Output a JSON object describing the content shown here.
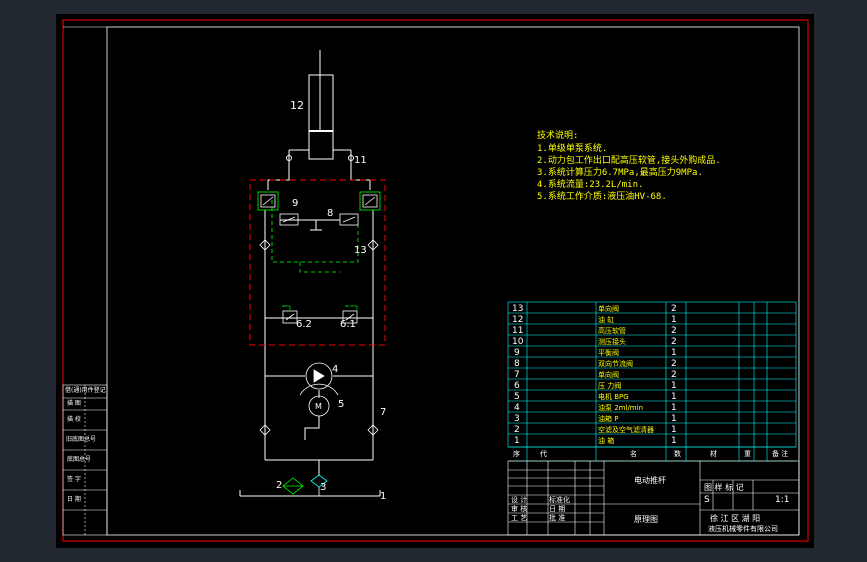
{
  "diagram": {
    "labels": {
      "l12": "12",
      "l11": "11",
      "l9": "9",
      "l8": "8",
      "l13": "13",
      "l62": "6.2",
      "l61": "6.1",
      "l4": "4",
      "l5": "5",
      "l7": "7",
      "l2": "2",
      "l3": "3",
      "l1": "1"
    },
    "notes": {
      "title": "技术说明:",
      "line1": "1.单级单泵系统.",
      "line2": "2.动力包工作出口配高压软管,接头外购成品.",
      "line3": "3.系统计算压力6.7MPa,最高压力9MPa.",
      "line4": "4.系统流量:23.2L/min.",
      "line5": "5.系统工作介质:液压油HV-68."
    }
  },
  "bom": {
    "rows": [
      {
        "no": "13",
        "name": "单向阀",
        "qty": "2"
      },
      {
        "no": "12",
        "name": "油 缸",
        "qty": "1"
      },
      {
        "no": "11",
        "name": "高压软管",
        "qty": "2"
      },
      {
        "no": "10",
        "name": "测压接头",
        "qty": "2"
      },
      {
        "no": "9",
        "name": "平衡阀",
        "qty": "1"
      },
      {
        "no": "8",
        "name": "双向节流阀",
        "qty": "2"
      },
      {
        "no": "7",
        "name": "单向阀",
        "qty": "2"
      },
      {
        "no": "6",
        "name": "压 力阀",
        "qty": "1"
      },
      {
        "no": "5",
        "name": "电机 BPG",
        "qty": "1"
      },
      {
        "no": "4",
        "name": "油泵 2ml/min",
        "qty": "1"
      },
      {
        "no": "3",
        "name": "油箱 P",
        "qty": "1"
      },
      {
        "no": "2",
        "name": "空滤及空气滤清器",
        "qty": "1"
      },
      {
        "no": "1",
        "name": "油 箱",
        "qty": "1"
      }
    ],
    "header": {
      "h_no": "序",
      "h_code": "代",
      "h_name": "名",
      "h_qty": "数",
      "h_mat": "材",
      "h_wt": "重",
      "h_note": "备 注"
    }
  },
  "titleblock": {
    "product": "电动推杆",
    "drawing": "原理图",
    "company1": "徐  江  区  湖  阳",
    "company2": "液压机械零件有限公司",
    "scale": "1:1",
    "sheet": "S",
    "marks": "图 样 标 记",
    "design": "设 计",
    "check": "审 核",
    "craft": "工 艺",
    "std": "标准化",
    "date": "日 期",
    "approve": "批 准"
  },
  "leftblock": {
    "r1": "借(通)用件登记",
    "r2": "描  图",
    "r3": "描  校",
    "r4": "旧底图总号",
    "r5": "底图总号",
    "r6": "签  字",
    "r7": "日  期"
  },
  "colors": {
    "background": "#212830",
    "paper": "#000000",
    "frame": "#ff0000",
    "line": "#ffffff",
    "table": "#00ffff",
    "dash": "#00cc00",
    "note": "#ffff00"
  }
}
